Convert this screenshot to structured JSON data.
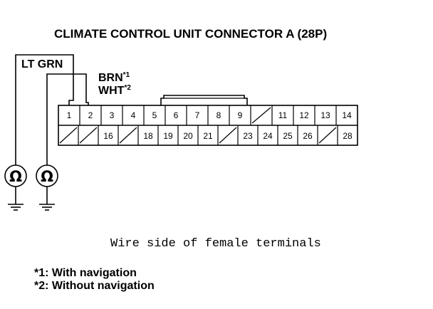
{
  "title": "CLIMATE CONTROL UNIT CONNECTOR A (28P)",
  "wires": {
    "lt_grn": "LT GRN",
    "brn": "BRN",
    "brn_mark": "*1",
    "wht": "WHT",
    "wht_mark": "*2"
  },
  "connector": {
    "top_row": [
      "1",
      "2",
      "3",
      "4",
      "5",
      "6",
      "7",
      "8",
      "9",
      "",
      "11",
      "12",
      "13",
      "14"
    ],
    "bottom_row": [
      "",
      "",
      "16",
      "",
      "18",
      "19",
      "20",
      "21",
      "",
      "23",
      "24",
      "25",
      "26",
      "",
      "28"
    ]
  },
  "meter_symbol": "Ω",
  "caption": "Wire side of female terminals",
  "notes": [
    "*1: With navigation",
    "*2: Without navigation"
  ]
}
